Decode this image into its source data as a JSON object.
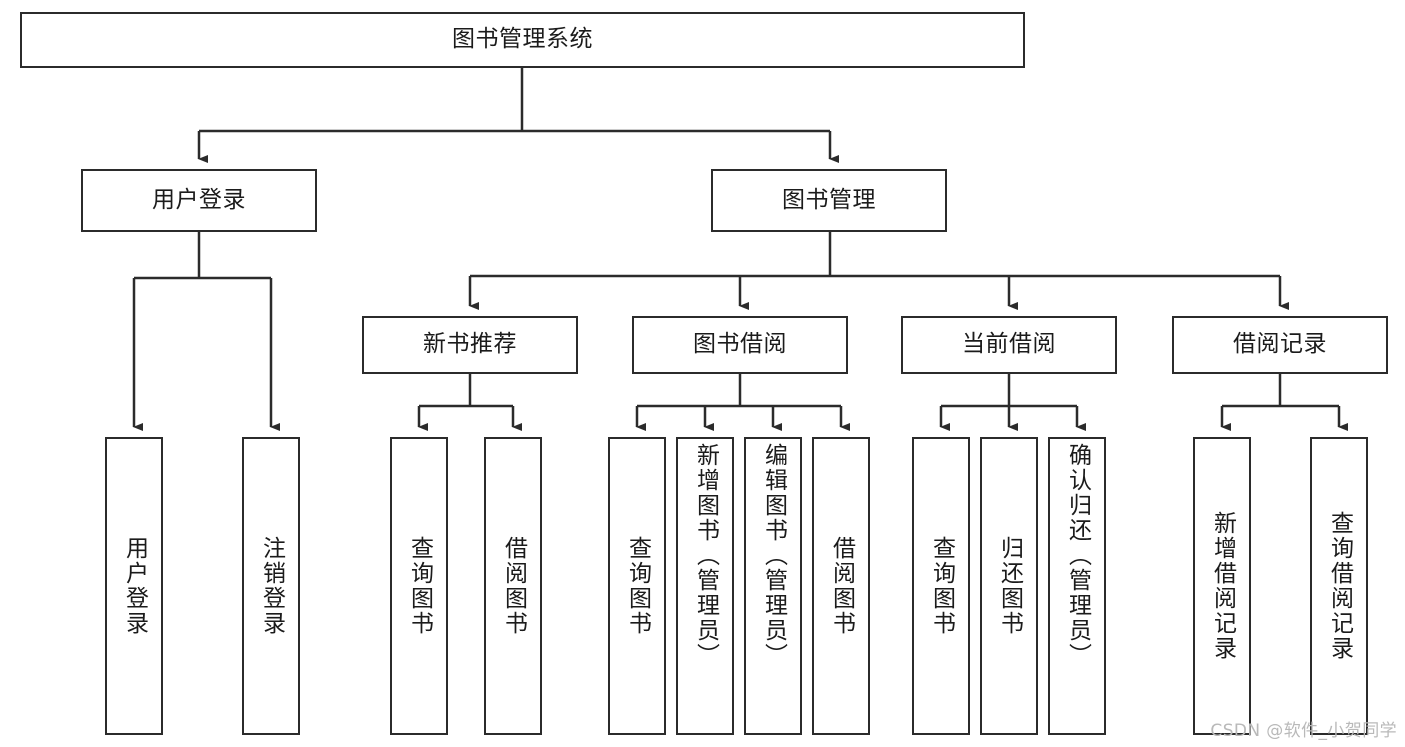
{
  "diagram": {
    "title_node": {
      "label": "图书管理系统"
    },
    "level2": [
      {
        "id": "user-login",
        "label": "用户登录"
      },
      {
        "id": "book-manage",
        "label": "图书管理"
      }
    ],
    "level3": [
      {
        "id": "new-book-recommend",
        "label": "新书推荐"
      },
      {
        "id": "book-borrow",
        "label": "图书借阅"
      },
      {
        "id": "current-borrow",
        "label": "当前借阅"
      },
      {
        "id": "borrow-record",
        "label": "借阅记录"
      }
    ],
    "leaves": [
      {
        "id": "leaf-user-login",
        "label": "用户登录"
      },
      {
        "id": "leaf-logout-login",
        "label": "注销登录"
      },
      {
        "id": "leaf-query-book-1",
        "label": "查询图书"
      },
      {
        "id": "leaf-borrow-book-1",
        "label": "借阅图书"
      },
      {
        "id": "leaf-query-book-2",
        "label": "查询图书"
      },
      {
        "id": "leaf-add-book",
        "label": "新增图书（管理员）"
      },
      {
        "id": "leaf-edit-book",
        "label": "编辑图书（管理员）"
      },
      {
        "id": "leaf-borrow-book-2",
        "label": "借阅图书"
      },
      {
        "id": "leaf-query-book-3",
        "label": "查询图书"
      },
      {
        "id": "leaf-return-book",
        "label": "归还图书"
      },
      {
        "id": "leaf-confirm-return",
        "label": "确认归还（管理员）"
      },
      {
        "id": "leaf-add-record",
        "label": "新增借阅记录"
      },
      {
        "id": "leaf-query-record",
        "label": "查询借阅记录"
      }
    ]
  },
  "watermark": {
    "text": "CSDN @软件_小贺同学"
  },
  "colors": {
    "border": "#2b2b2b",
    "background": "#ffffff",
    "text": "#1b1b1b",
    "watermark": "#b9b9b9"
  }
}
